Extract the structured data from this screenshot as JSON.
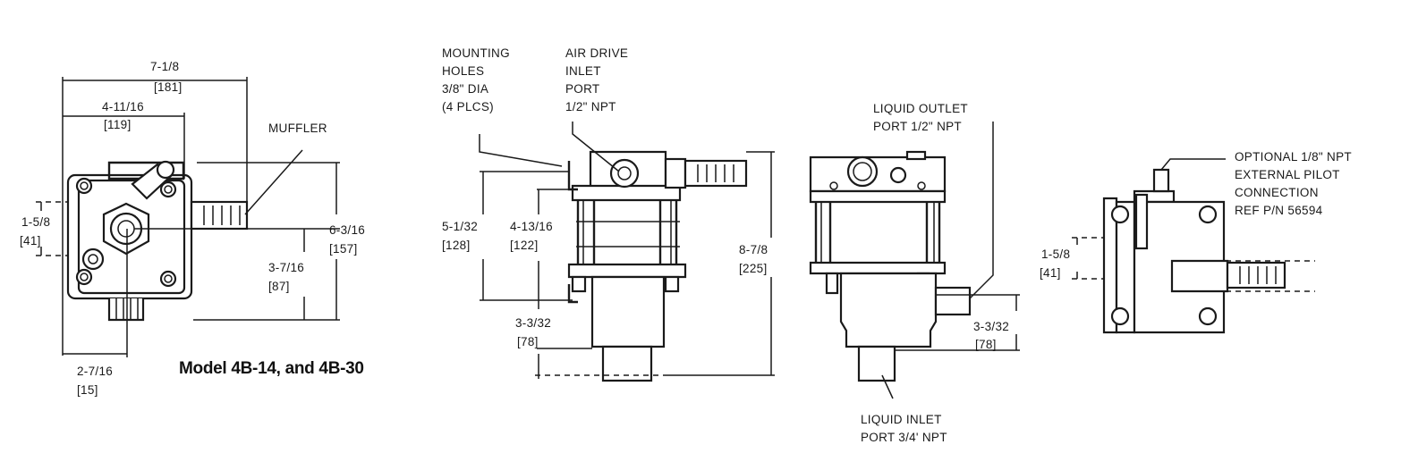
{
  "title": "Model 4B-14, and 4B-30",
  "view1": {
    "muffler": "MUFFLER",
    "dim_width_total": [
      "7-1/8",
      "[181]"
    ],
    "dim_width_partial": [
      "4-11/16",
      "[119]"
    ],
    "dim_left_height": [
      "1-5/8",
      "[41]"
    ],
    "dim_height_total": [
      "6-3/16",
      "[157]"
    ],
    "dim_height_partial": [
      "3-7/16",
      "[87]"
    ],
    "dim_bottom": [
      "2-7/16",
      "[15]"
    ]
  },
  "view2": {
    "mounting_holes": [
      "MOUNTING",
      "HOLES",
      "3/8\" DIA",
      "(4 PLCS)"
    ],
    "air_drive": [
      "AIR DRIVE",
      "INLET",
      "PORT",
      "1/2\" NPT"
    ],
    "dim_a": [
      "5-1/32",
      "[128]"
    ],
    "dim_b": [
      "4-13/16",
      "[122]"
    ],
    "dim_c": [
      "3-3/32",
      "[78]"
    ],
    "dim_d": [
      "8-7/8",
      "[225]"
    ]
  },
  "view3": {
    "liquid_outlet": [
      "LIQUID OUTLET",
      "PORT 1/2\" NPT"
    ],
    "dim_c": [
      "3-3/32",
      "[78]"
    ],
    "liquid_inlet": [
      "LIQUID INLET",
      "PORT 3/4' NPT"
    ]
  },
  "view4": {
    "pilot": [
      "OPTIONAL 1/8\" NPT",
      "EXTERNAL PILOT",
      "CONNECTION",
      "REF P/N 56594"
    ],
    "dim": [
      "1-5/8",
      "[41]"
    ]
  }
}
